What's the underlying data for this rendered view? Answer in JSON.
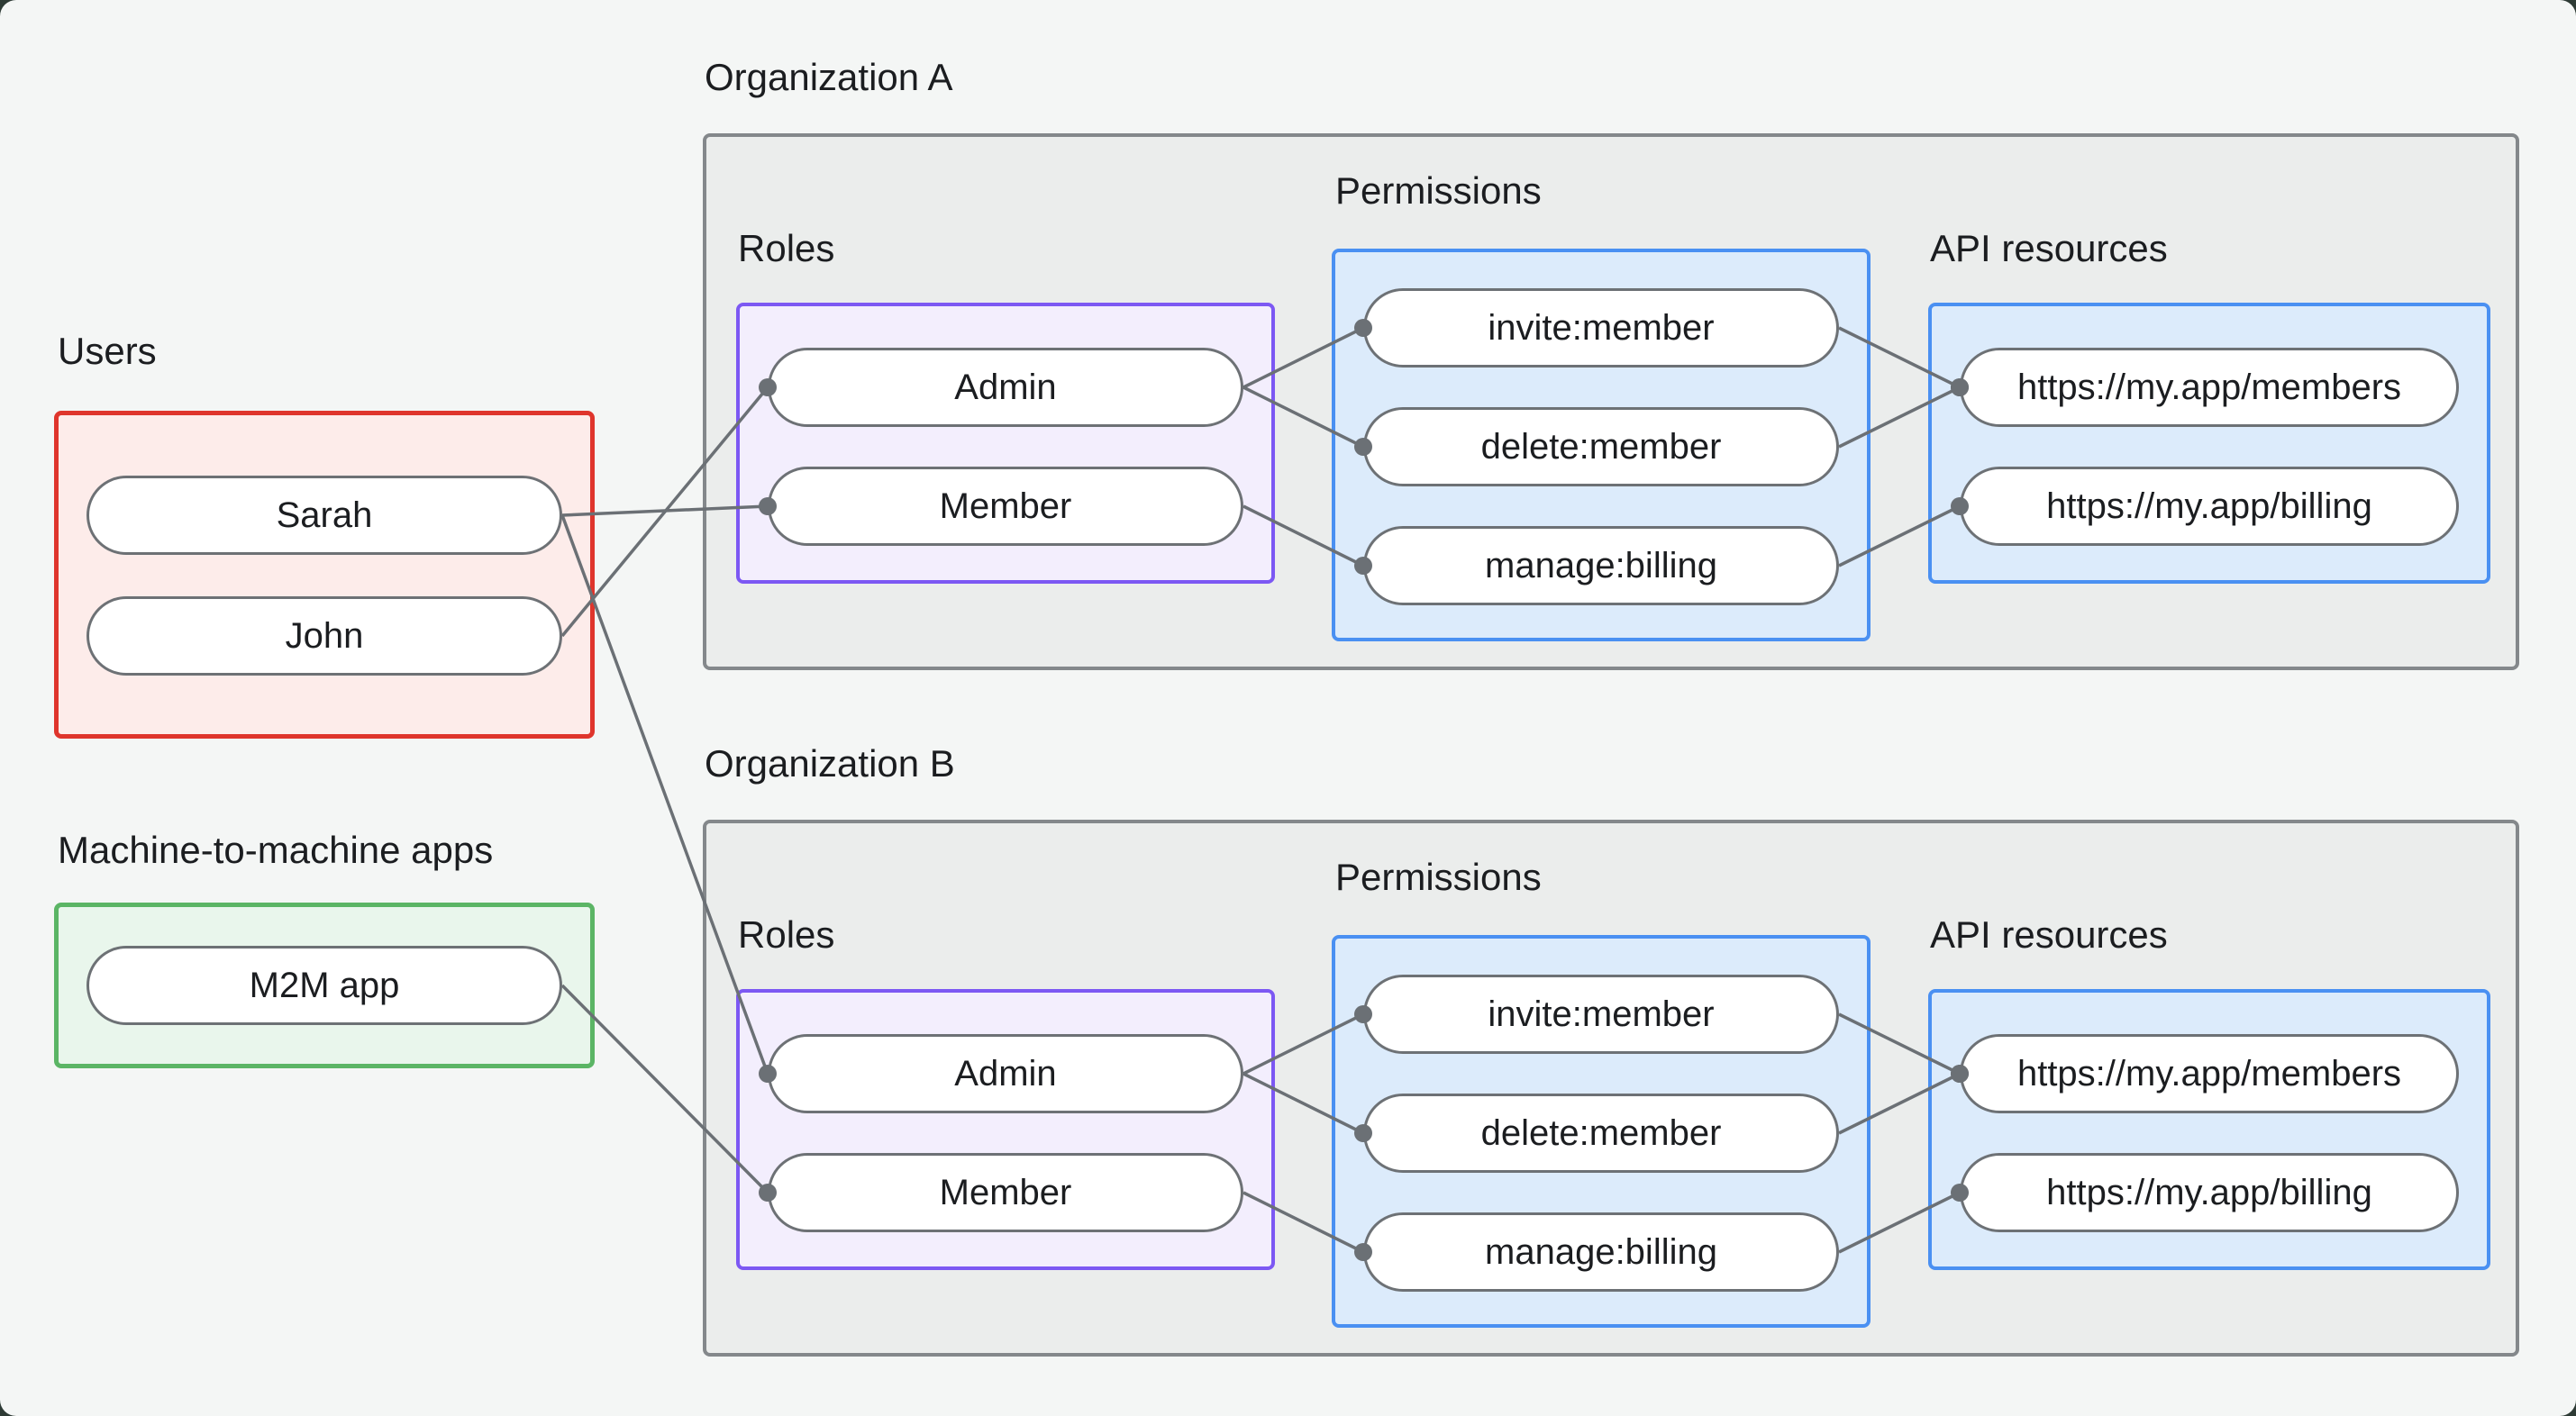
{
  "page": {
    "background": "#f4f6f5",
    "frame_background": "#2e3b35"
  },
  "labels": {
    "users": "Users",
    "m2m": "Machine-to-machine apps",
    "org_a_title": "Organization A",
    "org_b_title": "Organization B",
    "roles": "Roles",
    "permissions": "Permissions",
    "api_resources": "API resources"
  },
  "nodes": {
    "sarah": "Sarah",
    "john": "John",
    "m2m_app": "M2M app",
    "orgA_admin": "Admin",
    "orgA_member": "Member",
    "orgA_invite": "invite:member",
    "orgA_delete": "delete:member",
    "orgA_manage": "manage:billing",
    "orgA_members_api": "https://my.app/members",
    "orgA_billing_api": "https://my.app/billing",
    "orgB_admin": "Admin",
    "orgB_member": "Member",
    "orgB_invite": "invite:member",
    "orgB_delete": "delete:member",
    "orgB_manage": "manage:billing",
    "orgB_members_api": "https://my.app/members",
    "orgB_billing_api": "https://my.app/billing"
  },
  "edges": [
    {
      "from": "sarah",
      "to": "orgA_member"
    },
    {
      "from": "john",
      "to": "orgA_admin"
    },
    {
      "from": "sarah",
      "to": "orgB_admin"
    },
    {
      "from": "m2m_app",
      "to": "orgB_member"
    },
    {
      "from": "orgA_admin",
      "to": "orgA_invite"
    },
    {
      "from": "orgA_admin",
      "to": "orgA_delete"
    },
    {
      "from": "orgA_member",
      "to": "orgA_manage"
    },
    {
      "from": "orgA_invite",
      "to": "orgA_members_api"
    },
    {
      "from": "orgA_delete",
      "to": "orgA_members_api"
    },
    {
      "from": "orgA_manage",
      "to": "orgA_billing_api"
    },
    {
      "from": "orgB_admin",
      "to": "orgB_invite"
    },
    {
      "from": "orgB_admin",
      "to": "orgB_delete"
    },
    {
      "from": "orgB_member",
      "to": "orgB_manage"
    },
    {
      "from": "orgB_invite",
      "to": "orgB_members_api"
    },
    {
      "from": "orgB_delete",
      "to": "orgB_members_api"
    },
    {
      "from": "orgB_manage",
      "to": "orgB_billing_api"
    }
  ],
  "colors": {
    "text": "#1b1d20",
    "edge_line": "#6b7075",
    "edge_dot": "#6b7075",
    "pill_border": "#6d7175",
    "pill_fill": "#ffffff",
    "org_box_border": "#84888b",
    "org_box_fill": "#ebedec",
    "users_box_border": "#df352c",
    "users_box_fill": "#fdecea",
    "m2m_box_border": "#5bb565",
    "m2m_box_fill": "#e9f6ec",
    "roles_box_border": "#7c58f3",
    "roles_box_fill": "#f3eefd",
    "permissions_box_border": "#4a90f2",
    "permissions_box_fill": "#dcebfb"
  }
}
